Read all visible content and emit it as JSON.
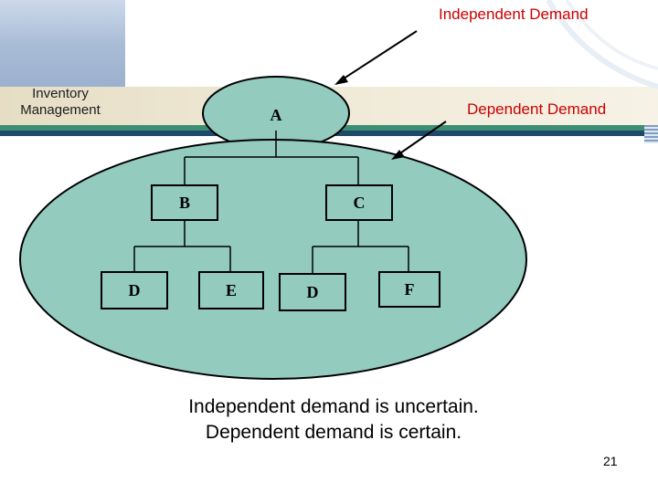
{
  "section_title": "Inventory Management",
  "labels": {
    "independent_demand": "Independent Demand",
    "dependent_demand": "Dependent Demand"
  },
  "nodes": {
    "a": "A",
    "b": "B",
    "c": "C",
    "d_left": "D",
    "e": "E",
    "d_right": "D",
    "f": "F"
  },
  "caption": {
    "line1": "Independent demand is uncertain.",
    "line2": "Dependent demand is certain."
  },
  "page_number": "21",
  "colors": {
    "fill": "#93cbbf",
    "label_red": "#cc0000",
    "rule_green": "#3c8f72",
    "rule_dark": "#1d4a6b"
  }
}
